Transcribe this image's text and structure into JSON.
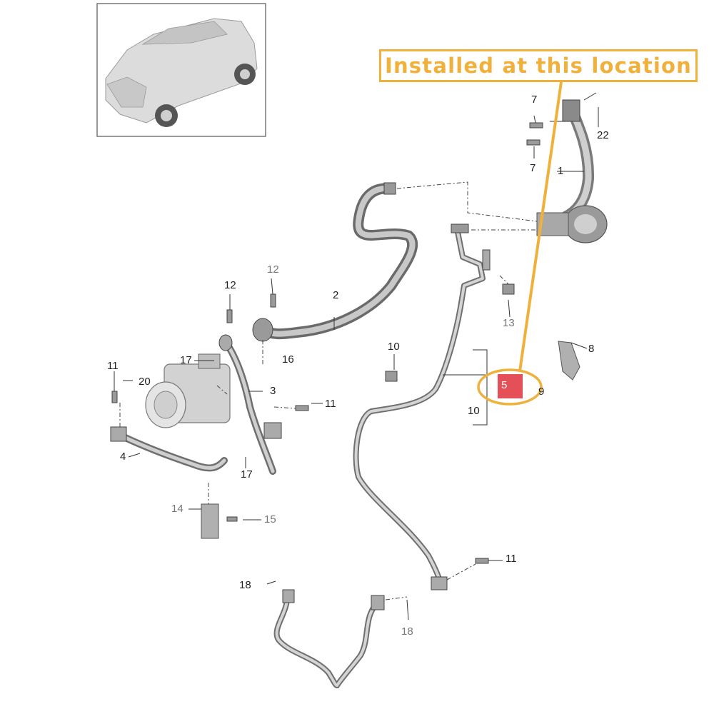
{
  "banner": {
    "text": "Installed at this location",
    "color": "#f0b13c"
  },
  "callouts": {
    "c1": "1",
    "c2": "2",
    "c3": "3",
    "c4": "4",
    "c7a": "7",
    "c7b": "7",
    "c8": "8",
    "c9": "9",
    "c10a": "10",
    "c10b": "10",
    "c11a": "11",
    "c11b": "11",
    "c11c": "11",
    "c12a": "12",
    "c12b": "12",
    "c13": "13",
    "c14": "14",
    "c15": "15",
    "c16": "16",
    "c17a": "17",
    "c17b": "17",
    "c18a": "18",
    "c18b": "18",
    "c20": "20",
    "c22": "22"
  },
  "highlight": {
    "part_label": "5",
    "color": "#e0303a"
  },
  "icons": [
    "vehicle-thumbnail-icon",
    "ac-compressor-icon",
    "ac-lines-diagram-icon"
  ]
}
